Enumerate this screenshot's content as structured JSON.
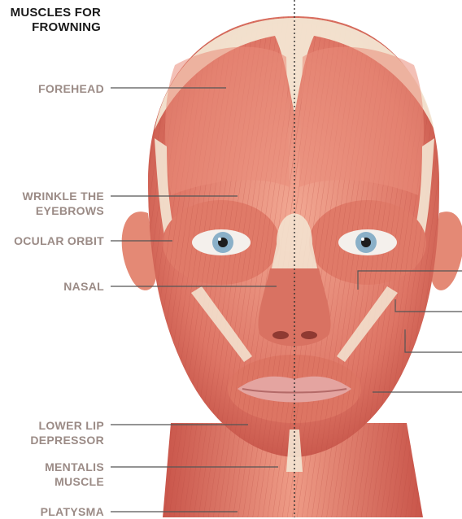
{
  "title": "MUSCLES FOR\nFROWNING",
  "labels": {
    "forehead": "FOREHEAD",
    "wrinkle_eyebrows": "WRINKLE THE\nEYEBROWS",
    "ocular_orbit": "OCULAR ORBIT",
    "nasal": "NASAL",
    "lower_lip_depressor": "LOWER LIP\nDEPRESSOR",
    "mentalis_muscle": "MENTALIS\nMUSCLE",
    "platysma": "PLATYSMA"
  },
  "colors": {
    "label_gray": "#9b8b86",
    "title": "#1a1a1a",
    "muscle": "#d9685a",
    "muscle_light": "#ef9a85",
    "tendon": "#f3e6d3",
    "iris": "#8ab0c8"
  }
}
